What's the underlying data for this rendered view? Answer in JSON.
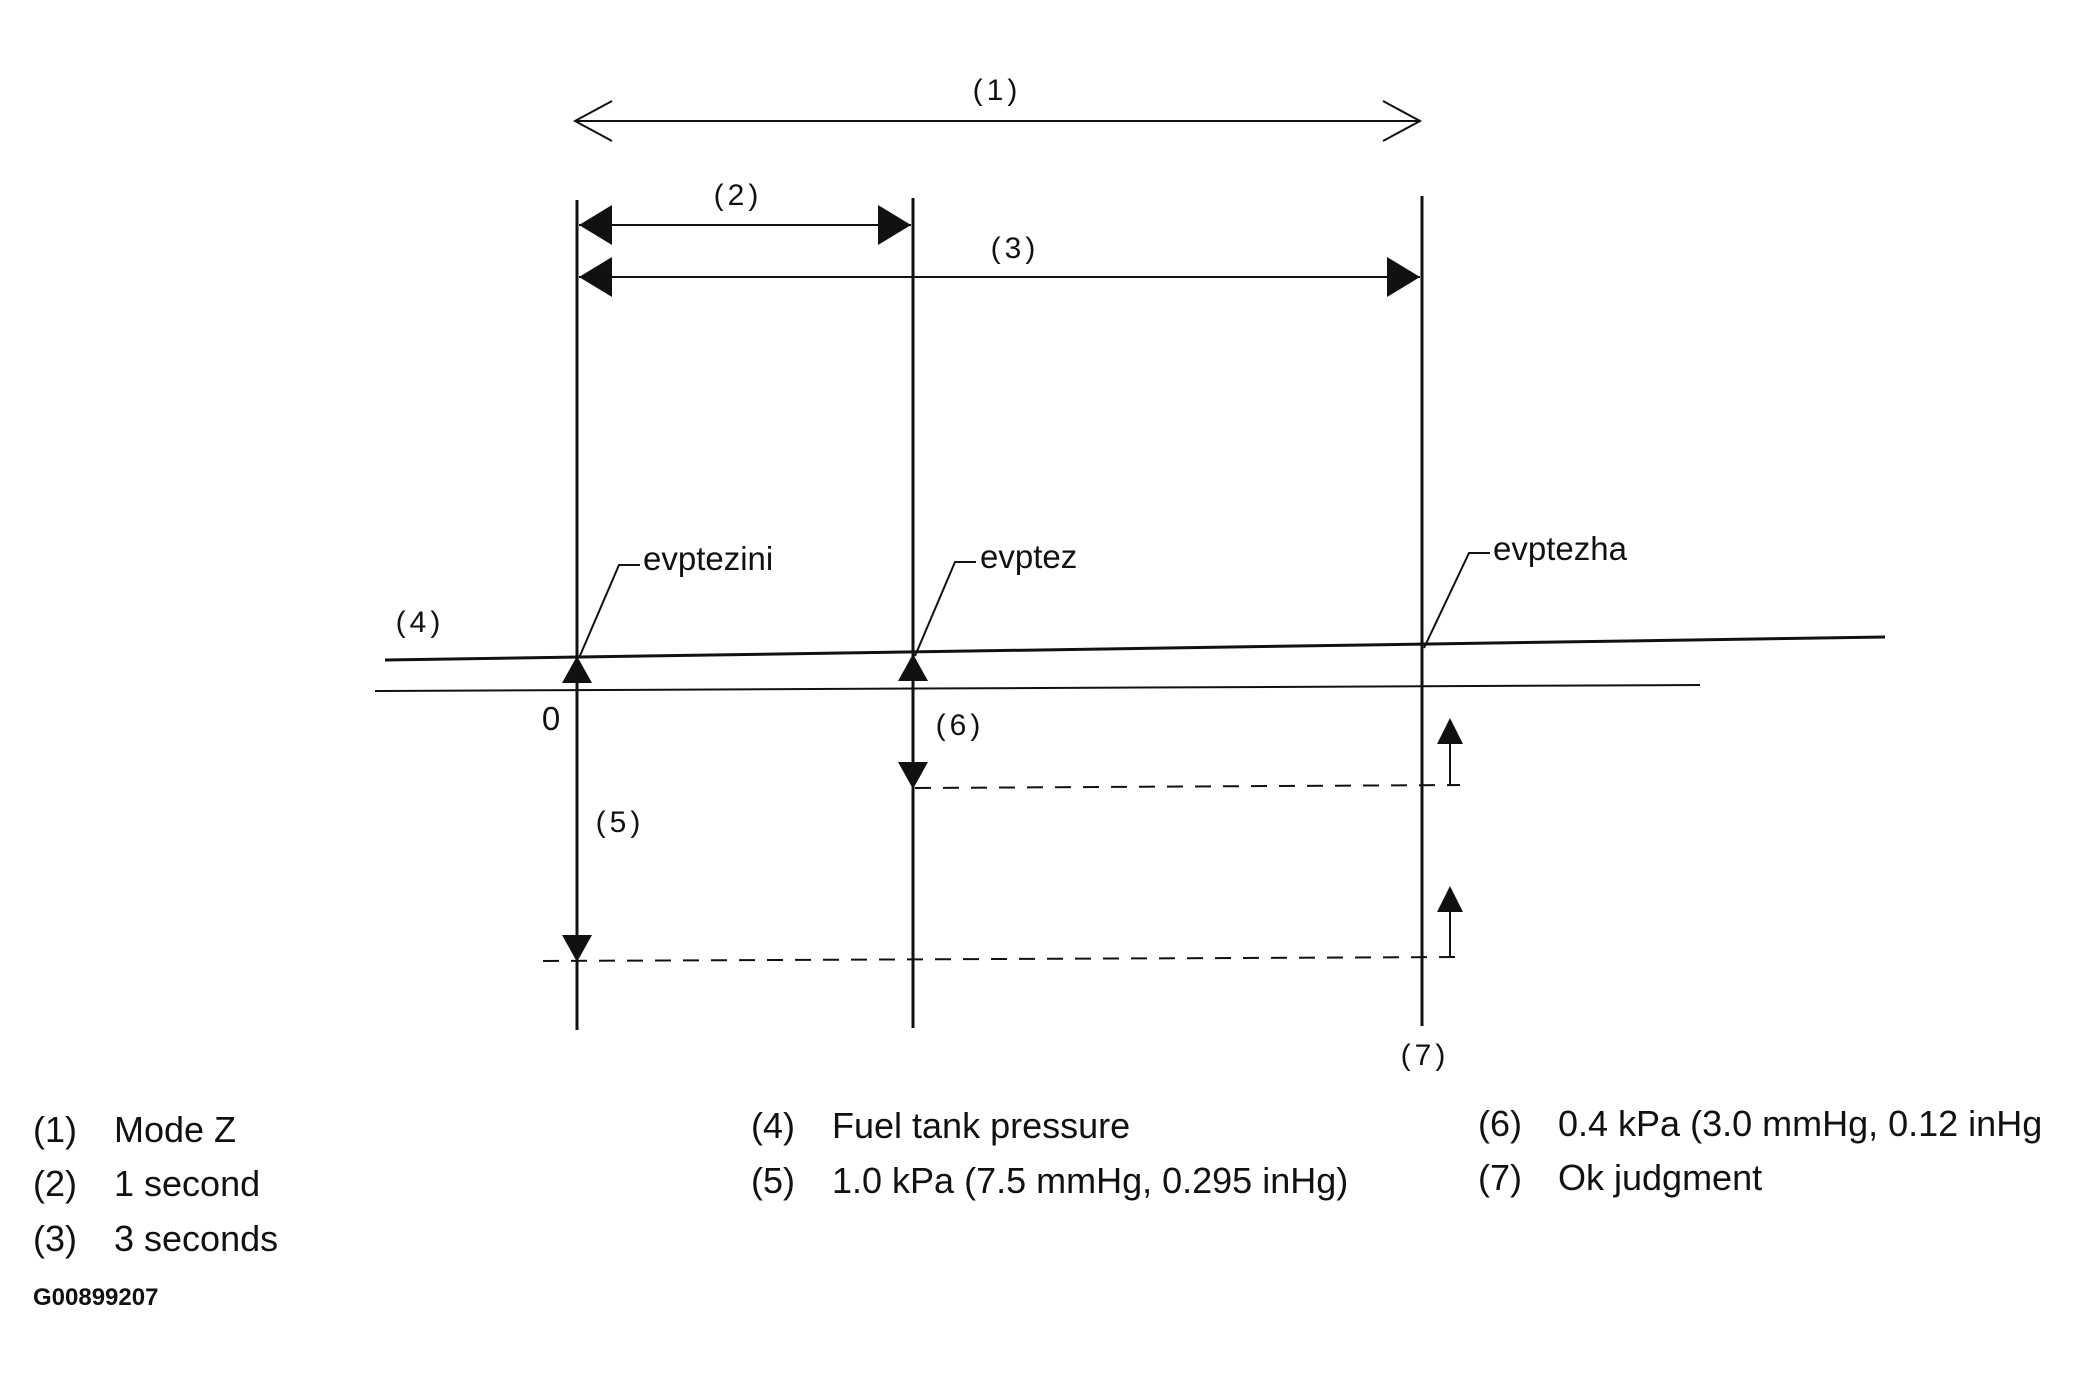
{
  "markers": {
    "m1": "(1)",
    "m2": "(2)",
    "m3": "(3)",
    "m4": "(4)",
    "m5": "(5)",
    "m6": "(6)",
    "m7": "(7)"
  },
  "callouts": {
    "evptezini": "evptezini",
    "evptez": "evptez",
    "evptezha": "evptezha"
  },
  "zero_label": "0",
  "legend": [
    {
      "num": "(1)",
      "text": "Mode Z"
    },
    {
      "num": "(2)",
      "text": "1 second"
    },
    {
      "num": "(3)",
      "text": "3 seconds"
    },
    {
      "num": "(4)",
      "text": "Fuel tank pressure"
    },
    {
      "num": "(5)",
      "text": "1.0 kPa (7.5 mmHg, 0.295 inHg)"
    },
    {
      "num": "(6)",
      "text": "0.4 kPa (3.0 mmHg, 0.12 inHg"
    },
    {
      "num": "(7)",
      "text": "Ok judgment"
    }
  ],
  "figure_code": "G00899207",
  "colors": {
    "ink": "#111111",
    "background": "#ffffff"
  }
}
